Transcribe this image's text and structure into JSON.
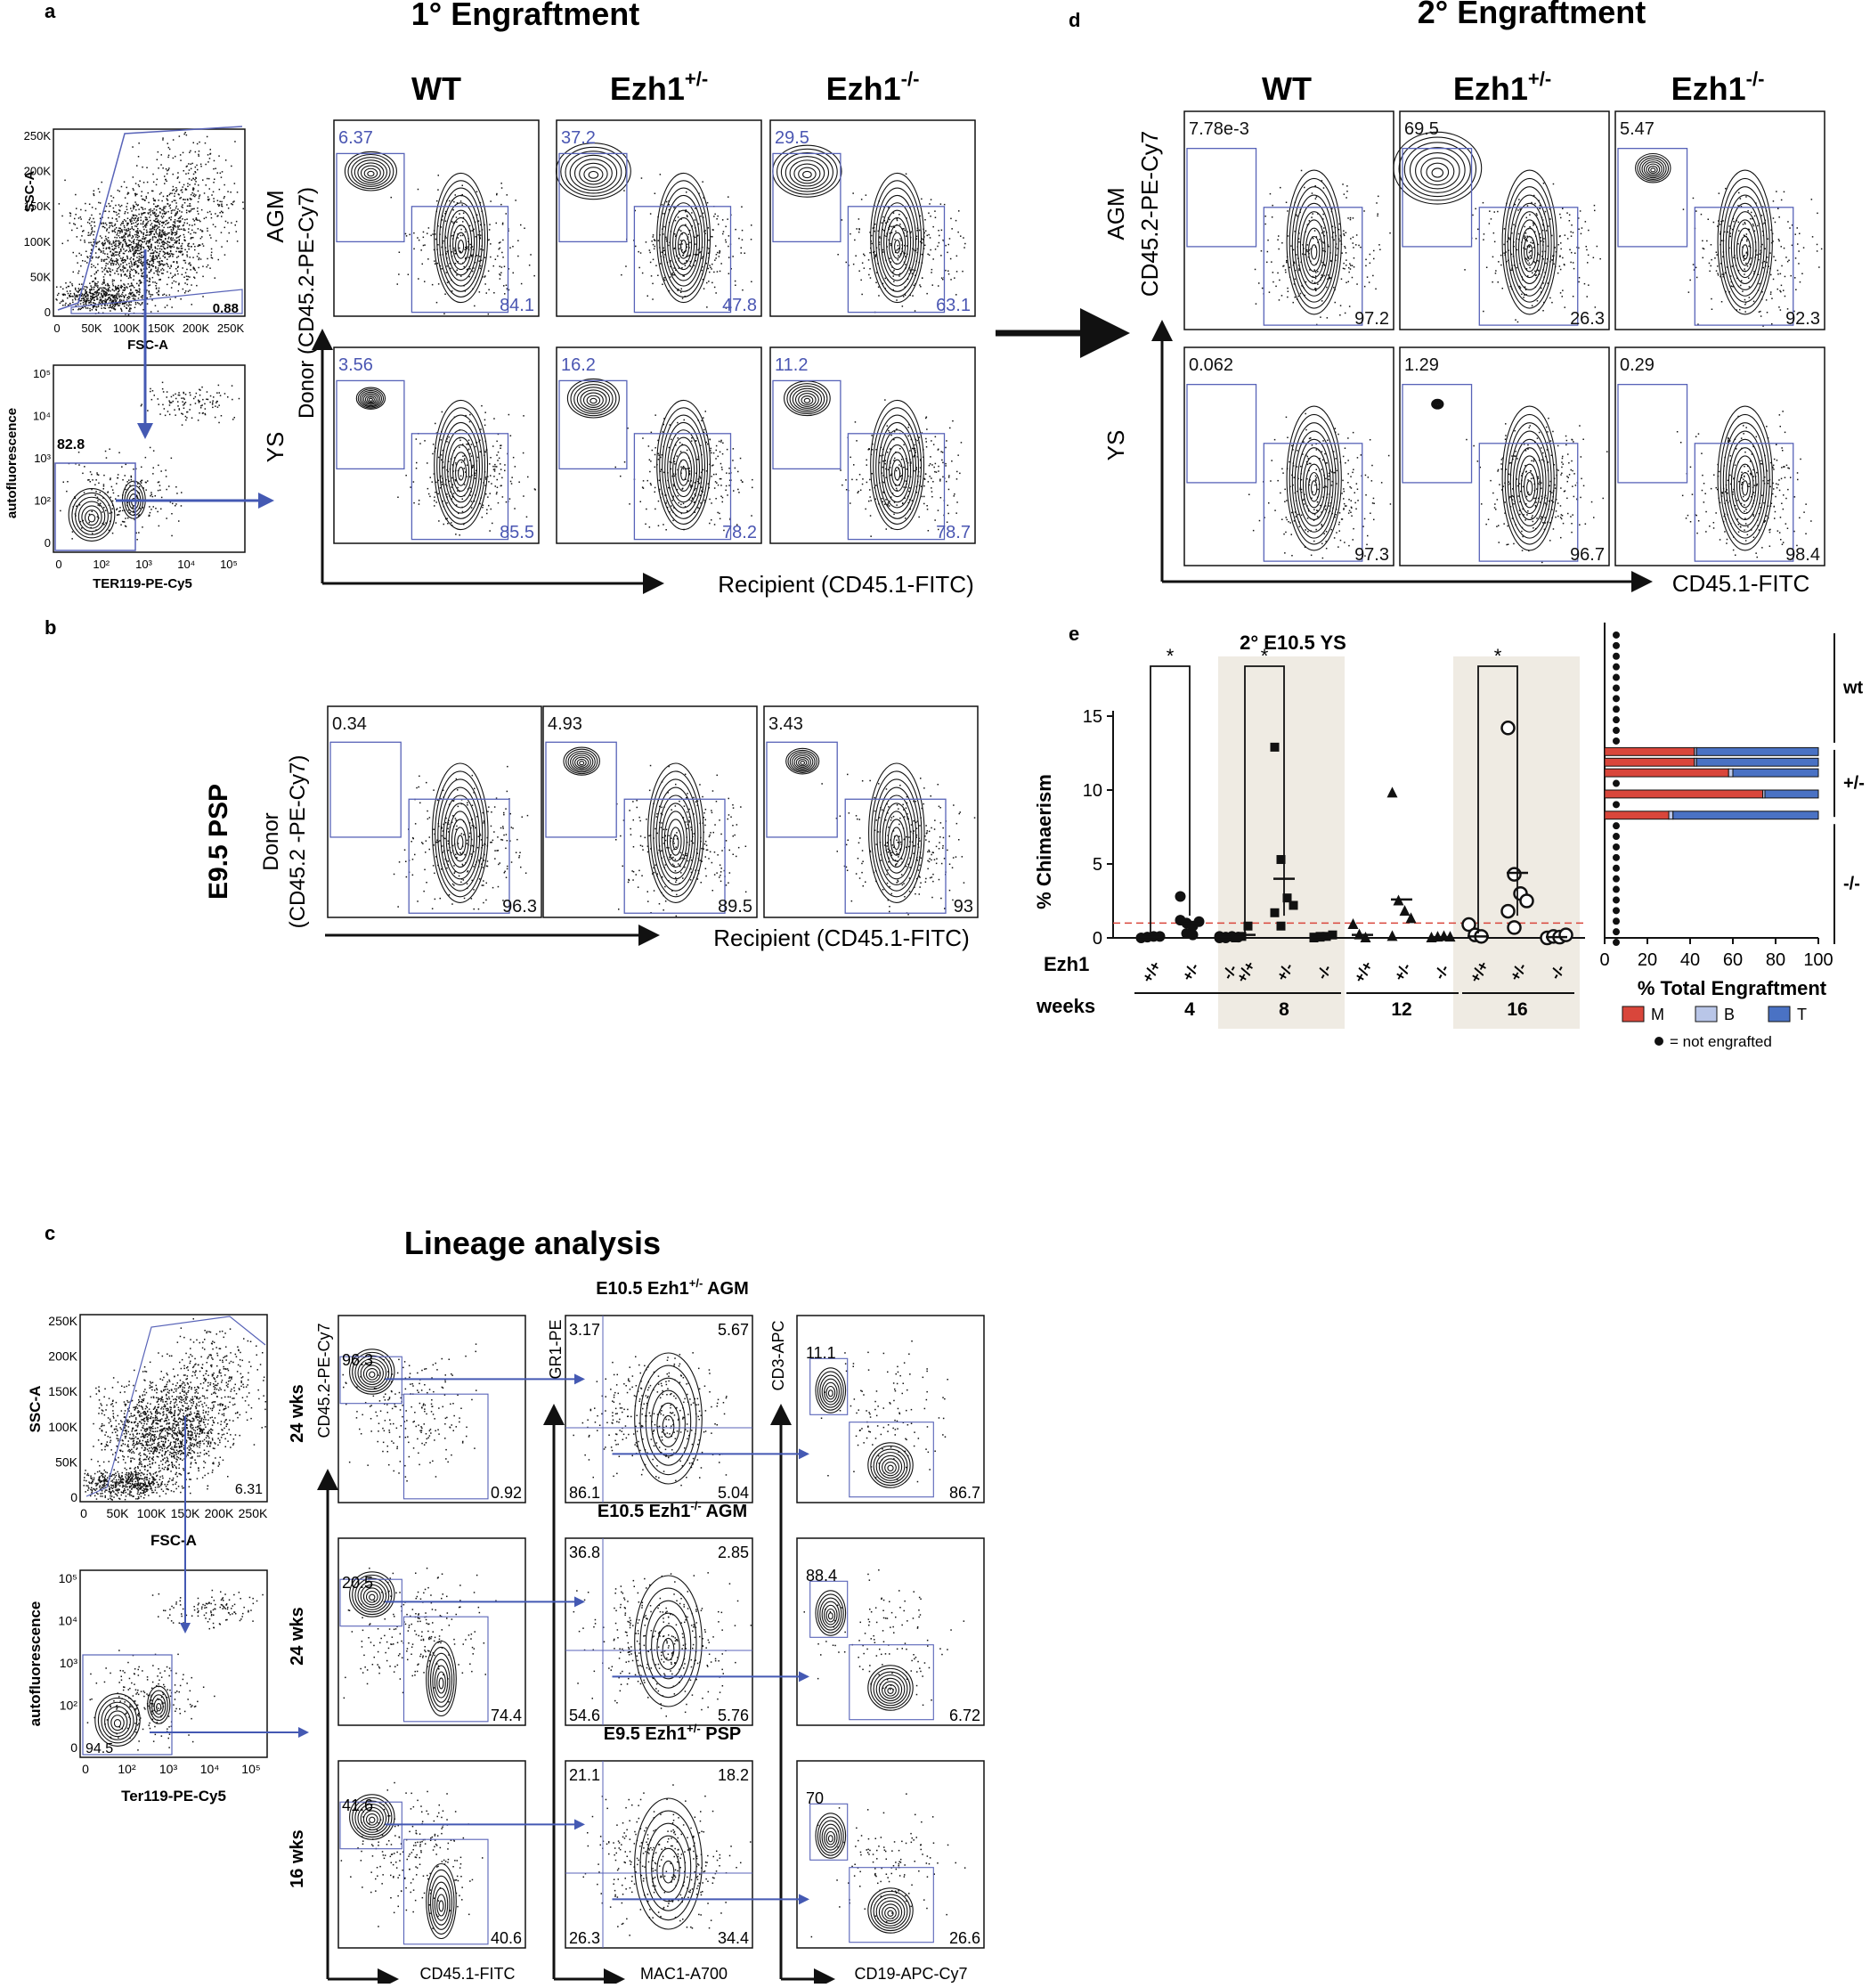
{
  "figure": {
    "panel_labels": {
      "a": "a",
      "b": "b",
      "c": "c",
      "d": "d",
      "e": "e"
    },
    "a": {
      "title": "1° Engraftment",
      "columns": [
        "WT",
        "Ezh1",
        "Ezh1"
      ],
      "column_sups": [
        "",
        "+/-",
        "-/-"
      ],
      "rows": [
        "AGM",
        "YS"
      ],
      "ylabel": "Donor (CD45.2-PE-Cy7)",
      "xlabel": "Recipient (CD45.1-FITC)",
      "donor_values": [
        [
          "6.37",
          "37.2",
          "29.5"
        ],
        [
          "3.56",
          "16.2",
          "11.2"
        ]
      ],
      "recipient_values": [
        [
          "84.1",
          "47.8",
          "63.1"
        ],
        [
          "85.5",
          "78.2",
          "78.7"
        ]
      ],
      "gating": {
        "scatter_y": "SSC-A",
        "scatter_x": "FSC-A",
        "scatter_yticks": [
          "250K",
          "200K",
          "150K",
          "100K",
          "50K",
          "0"
        ],
        "scatter_xticks": [
          "0",
          "50K",
          "100K",
          "150K",
          "200K",
          "250K"
        ],
        "scatter_gate": "0.88",
        "auto_y": "autofluorescence",
        "auto_x": "TER119-PE-Cy5",
        "auto_gate": "82.8",
        "auto_yticks": [
          "10⁵",
          "10⁴",
          "10³",
          "10²",
          "0"
        ],
        "auto_xticks": [
          "0",
          "10²",
          "10³",
          "10⁴",
          "10⁵"
        ]
      }
    },
    "b": {
      "row_label": "E9.5 PSP",
      "ylabel_line1": "Donor",
      "ylabel_line2": "(CD45.2 -PE-Cy7)",
      "xlabel": "Recipient (CD45.1-FITC)",
      "donor_values": [
        "0.34",
        "4.93",
        "3.43"
      ],
      "recipient_values": [
        "96.3",
        "89.5",
        "93"
      ]
    },
    "d": {
      "title": "2° Engraftment",
      "columns": [
        "WT",
        "Ezh1",
        "Ezh1"
      ],
      "column_sups": [
        "",
        "+/-",
        "-/-"
      ],
      "rows": [
        "AGM",
        "YS"
      ],
      "ylabel": "CD45.2-PE-Cy7",
      "xlabel": "CD45.1-FITC",
      "donor_values": [
        [
          "7.78e-3",
          "69.5",
          "5.47"
        ],
        [
          "0.062",
          "1.29",
          "0.29"
        ]
      ],
      "recipient_values": [
        [
          "97.2",
          "26.3",
          "92.3"
        ],
        [
          "97.3",
          "96.7",
          "98.4"
        ]
      ]
    },
    "c": {
      "title": "Lineage analysis",
      "gating": {
        "scatter_y": "SSC-A",
        "scatter_x": "FSC-A",
        "scatter_gate": "6.31",
        "scatter_yticks": [
          "250K",
          "200K",
          "150K",
          "100K",
          "50K",
          "0"
        ],
        "scatter_xticks": [
          "0",
          "50K",
          "100K",
          "150K",
          "200K",
          "250K"
        ],
        "auto_y": "autofluorescence",
        "auto_x": "Ter119-PE-Cy5",
        "auto_gate": "94.5",
        "auto_yticks": [
          "10⁵",
          "10⁴",
          "10³",
          "10²",
          "0"
        ],
        "auto_xticks": [
          "0",
          "10²",
          "10³",
          "10⁴",
          "10⁵"
        ]
      },
      "row_times": [
        "24 wks",
        "24 wks",
        "16 wks"
      ],
      "col1_ylabel": "CD45.2-PE-Cy7",
      "col1_xlabel": "CD45.1-FITC",
      "col2_ylabel": "GR1-PE",
      "col2_xlabel": "MAC1-A700",
      "col3_ylabel": "CD3-APC",
      "col3_xlabel": "CD19-APC-Cy7",
      "row_titles": [
        "E10.5 Ezh1",
        "E10.5 Ezh1",
        "E9.5 Ezh1"
      ],
      "row_title_sups": [
        "+/-",
        "-/-",
        "+/-"
      ],
      "row_title_ends": [
        " AGM",
        " AGM",
        "  PSP"
      ],
      "col1_values": [
        [
          "96.3",
          "0.92"
        ],
        [
          "20.5",
          "74.4"
        ],
        [
          "41.6",
          "40.6"
        ]
      ],
      "col2_values": [
        [
          "3.17",
          "5.67",
          "86.1",
          "5.04"
        ],
        [
          "36.8",
          "2.85",
          "54.6",
          "5.76"
        ],
        [
          "21.1",
          "18.2",
          "26.3",
          "34.4"
        ]
      ],
      "col3_values": [
        [
          "11.1",
          "86.7"
        ],
        [
          "88.4",
          "6.72"
        ],
        [
          "70",
          "26.6"
        ]
      ]
    },
    "e": {
      "chart_title": "2° E10.5 YS",
      "ylabel": "% Chimaerism",
      "row_label_genotype": "Ezh1",
      "row_label_time": "weeks",
      "right_xlabel": "% Total Engraftment",
      "right_group_labels": [
        "wt",
        "+/-",
        "-/-"
      ],
      "legend": [
        {
          "label": "M",
          "color": "#d9463b"
        },
        {
          "label": "B",
          "color": "#b9c6e8"
        },
        {
          "label": "T",
          "color": "#4a72c4"
        }
      ],
      "legend_note": "= not engrafted",
      "significance_marker": "*"
    }
  },
  "chart_data": [
    {
      "type": "scatter",
      "title": "2° E10.5 YS",
      "ylabel": "% Chimaerism",
      "ylim": [
        0,
        15
      ],
      "yticks": [
        0,
        5,
        10,
        15
      ],
      "threshold": 1,
      "groups": [
        "4",
        "8",
        "12",
        "16"
      ],
      "genotypes": [
        "+/+",
        "+/-",
        "-/-"
      ],
      "markers": {
        "4": "circle",
        "8": "square",
        "12": "triangle",
        "16": "open-circle"
      },
      "shaded_groups": [
        "8",
        "16"
      ],
      "series": [
        {
          "group": "4",
          "genotype": "+/+",
          "values": [
            0,
            0.05,
            0.1,
            0.1
          ],
          "mean": 0.05
        },
        {
          "group": "4",
          "genotype": "+/-",
          "values": [
            1.2,
            1.0,
            0.8,
            1.1,
            2.8,
            0.3,
            0.2
          ],
          "mean": 1.0
        },
        {
          "group": "4",
          "genotype": "-/-",
          "values": [
            0,
            0.05,
            0.1,
            0.05,
            0.1,
            0.0
          ],
          "mean": 0.05
        },
        {
          "group": "8",
          "genotype": "+/+",
          "values": [
            0,
            0.1,
            0.8
          ],
          "mean": 0.2
        },
        {
          "group": "8",
          "genotype": "+/-",
          "values": [
            12.9,
            5.3,
            2.7,
            2.2,
            1.7,
            0.8
          ],
          "mean": 4.0
        },
        {
          "group": "8",
          "genotype": "-/-",
          "values": [
            0,
            0.05,
            0.1,
            0.2,
            0.05,
            0.1
          ],
          "mean": 0.05
        },
        {
          "group": "12",
          "genotype": "+/+",
          "values": [
            0.9,
            0.2,
            0.0
          ],
          "mean": 0.2
        },
        {
          "group": "12",
          "genotype": "+/-",
          "values": [
            9.8,
            2.5,
            1.8,
            1.3,
            0.1
          ],
          "mean": 2.6
        },
        {
          "group": "12",
          "genotype": "-/-",
          "values": [
            0,
            0.05,
            0.1,
            0.05
          ],
          "mean": 0.05
        },
        {
          "group": "16",
          "genotype": "+/+",
          "values": [
            0.9,
            0.2,
            0.1
          ],
          "mean": 0.1
        },
        {
          "group": "16",
          "genotype": "+/-",
          "values": [
            14.2,
            4.3,
            3.0,
            2.5,
            1.8,
            0.7
          ],
          "mean": 4.4
        },
        {
          "group": "16",
          "genotype": "-/-",
          "values": [
            0,
            0.1,
            0.05,
            0.2
          ],
          "mean": 0.05
        }
      ],
      "significance": [
        {
          "group": "4",
          "from": "+/+",
          "to": "+/-",
          "label": "*"
        },
        {
          "group": "8",
          "from": "+/+",
          "to": "+/-",
          "label": "*"
        },
        {
          "group": "16",
          "from": "+/+",
          "to": "+/-",
          "label": "*"
        }
      ]
    },
    {
      "type": "bar",
      "orientation": "horizontal",
      "stacked": true,
      "xlabel": "% Total Engraftment",
      "xlim": [
        0,
        100
      ],
      "xticks": [
        0,
        20,
        40,
        60,
        80,
        100
      ],
      "series_names": [
        "M",
        "B",
        "T"
      ],
      "rows": [
        {
          "group": "wt",
          "engrafted": false
        },
        {
          "group": "wt",
          "engrafted": false
        },
        {
          "group": "wt",
          "engrafted": false
        },
        {
          "group": "wt",
          "engrafted": false
        },
        {
          "group": "wt",
          "engrafted": false
        },
        {
          "group": "wt",
          "engrafted": false
        },
        {
          "group": "wt",
          "engrafted": false
        },
        {
          "group": "wt",
          "engrafted": false
        },
        {
          "group": "wt",
          "engrafted": false
        },
        {
          "group": "wt",
          "engrafted": false
        },
        {
          "group": "wt",
          "engrafted": false
        },
        {
          "group": "+/-",
          "engrafted": true,
          "M": 42,
          "B": 1,
          "T": 57
        },
        {
          "group": "+/-",
          "engrafted": true,
          "M": 42,
          "B": 1,
          "T": 57
        },
        {
          "group": "+/-",
          "engrafted": true,
          "M": 58,
          "B": 2,
          "T": 40
        },
        {
          "group": "+/-",
          "engrafted": false
        },
        {
          "group": "+/-",
          "engrafted": true,
          "M": 74,
          "B": 1,
          "T": 25
        },
        {
          "group": "+/-",
          "engrafted": false
        },
        {
          "group": "+/-",
          "engrafted": true,
          "M": 30,
          "B": 2,
          "T": 68
        },
        {
          "group": "-/-",
          "engrafted": false
        },
        {
          "group": "-/-",
          "engrafted": false
        },
        {
          "group": "-/-",
          "engrafted": false
        },
        {
          "group": "-/-",
          "engrafted": false
        },
        {
          "group": "-/-",
          "engrafted": false
        },
        {
          "group": "-/-",
          "engrafted": false
        },
        {
          "group": "-/-",
          "engrafted": false
        },
        {
          "group": "-/-",
          "engrafted": false
        },
        {
          "group": "-/-",
          "engrafted": false
        },
        {
          "group": "-/-",
          "engrafted": false
        },
        {
          "group": "-/-",
          "engrafted": false
        },
        {
          "group": "-/-",
          "engrafted": false
        }
      ]
    }
  ]
}
